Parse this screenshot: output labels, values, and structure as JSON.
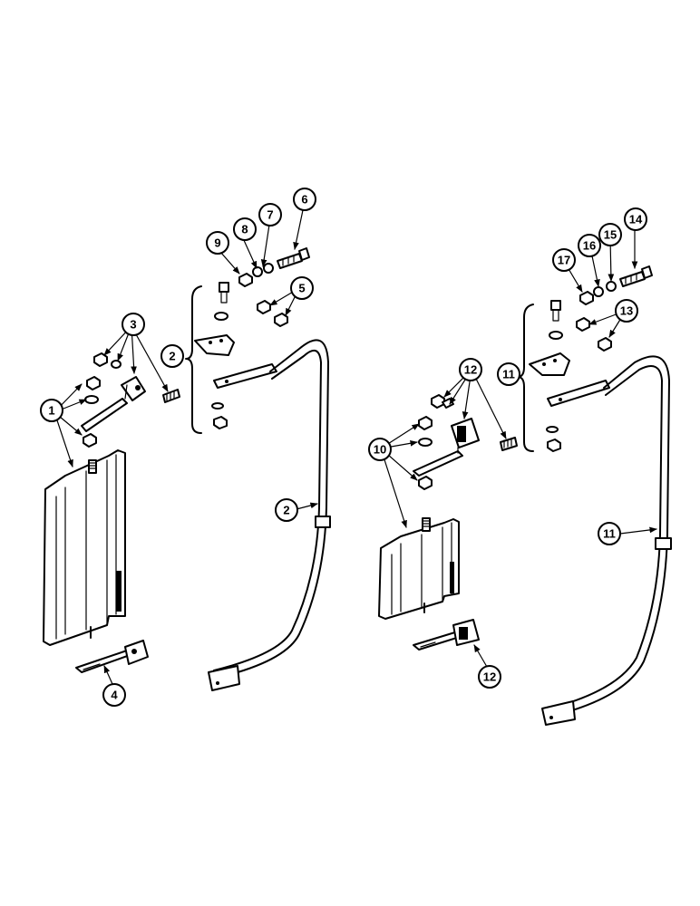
{
  "diagram": {
    "callouts": {
      "c1": "1",
      "c2a": "2",
      "c2b": "2",
      "c3": "3",
      "c4": "4",
      "c5": "5",
      "c6": "6",
      "c7": "7",
      "c8": "8",
      "c9": "9",
      "c10": "10",
      "c11a": "11",
      "c11b": "11",
      "c12a": "12",
      "c12b": "12",
      "c13": "13",
      "c14": "14",
      "c15": "15",
      "c16": "16",
      "c17": "17"
    }
  }
}
